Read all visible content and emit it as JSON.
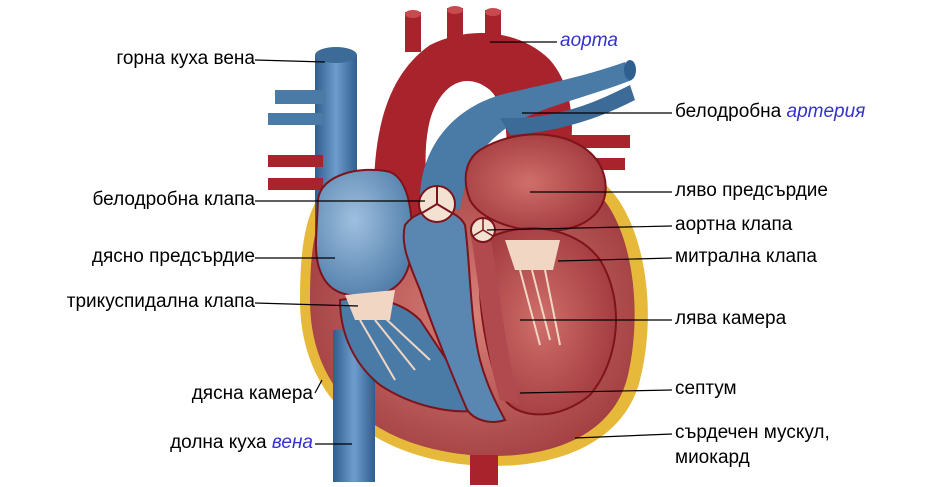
{
  "labels_left": {
    "superior_vena_cava": "горна куха вена",
    "pulmonary_valve": "белодробна клапа",
    "right_atrium": "дясно предсърдие",
    "tricuspid_valve": "трикуспидална клапа",
    "right_ventricle": "дясна камера",
    "inferior_vena_cava": {
      "text": "долна куха",
      "link": "вена"
    }
  },
  "labels_right": {
    "aorta": {
      "link": "аорта"
    },
    "pulmonary_artery": {
      "text": "белодробна",
      "link": "артерия"
    },
    "left_atrium": "ляво предсърдие",
    "aortic_valve": "аортна клапа",
    "mitral_valve": "митрална клапа",
    "left_ventricle": "лява камера",
    "septum": "септум",
    "heart_muscle_line1": "сърдечен мускул,",
    "heart_muscle_line2": "миокард"
  },
  "colors": {
    "artery_red": "#a8232b",
    "vein_blue": "#4a7aa6",
    "muscle": "#c25a5a",
    "fat_yellow": "#e6b93a",
    "link_blue": "#3333cc"
  }
}
